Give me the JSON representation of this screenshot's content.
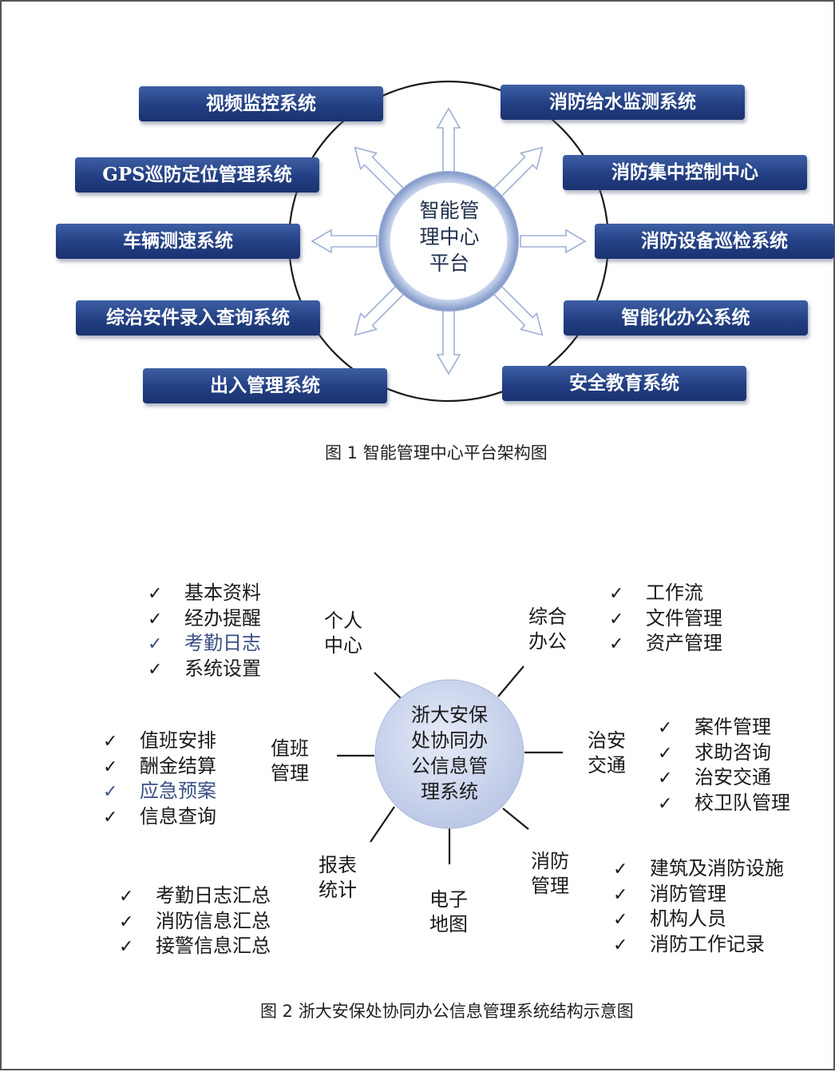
{
  "figure1": {
    "hub": [
      "智能管",
      "理中心",
      "平台"
    ],
    "systems": [
      "视频监控系统",
      "消防给水监测系统",
      "GPS巡防定位管理系统",
      "消防集中控制中心",
      "车辆测速系统",
      "消防设备巡检系统",
      "综治安件录入查询系统",
      "智能化办公系统",
      "出入管理系统",
      "安全教育系统"
    ],
    "caption": "图 1 智能管理中心平台架构图"
  },
  "figure2": {
    "hub": [
      "浙大安保",
      "处协同办",
      "公信息管",
      "理系统"
    ],
    "modules": [
      {
        "name": [
          "个人",
          "中心"
        ],
        "items": [
          {
            "text": "基本资料"
          },
          {
            "text": "经办提醒"
          },
          {
            "text": "考勤日志",
            "muted": true
          },
          {
            "text": "系统设置"
          }
        ]
      },
      {
        "name": [
          "综合",
          "办公"
        ],
        "items": [
          {
            "text": "工作流"
          },
          {
            "text": "文件管理"
          },
          {
            "text": "资产管理"
          }
        ]
      },
      {
        "name": [
          "值班",
          "管理"
        ],
        "items": [
          {
            "text": "值班安排"
          },
          {
            "text": "酬金结算"
          },
          {
            "text": "应急预案",
            "muted": true
          },
          {
            "text": "信息查询"
          }
        ]
      },
      {
        "name": [
          "治安",
          "交通"
        ],
        "items": [
          {
            "text": "案件管理"
          },
          {
            "text": "求助咨询"
          },
          {
            "text": "治安交通"
          },
          {
            "text": "校卫队管理"
          }
        ]
      },
      {
        "name": [
          "报表",
          "统计"
        ],
        "items": [
          {
            "text": "考勤日志汇总"
          },
          {
            "text": "消防信息汇总"
          },
          {
            "text": "接警信息汇总"
          }
        ]
      },
      {
        "name": [
          "电子",
          "地图"
        ],
        "items": []
      },
      {
        "name": [
          "消防",
          "管理"
        ],
        "items": [
          {
            "text": "建筑及消防设施"
          },
          {
            "text": "消防管理"
          },
          {
            "text": "机构人员"
          },
          {
            "text": "消防工作记录"
          }
        ]
      }
    ],
    "check_mark": "✓",
    "caption": "图 2 浙大安保处协同办公信息管理系统结构示意图"
  },
  "colors": {
    "box_top": "#3e5fa4",
    "box_bottom": "#1a3270",
    "hub_fill": "#cdd6ec",
    "muted_text": "#3a4f86"
  }
}
